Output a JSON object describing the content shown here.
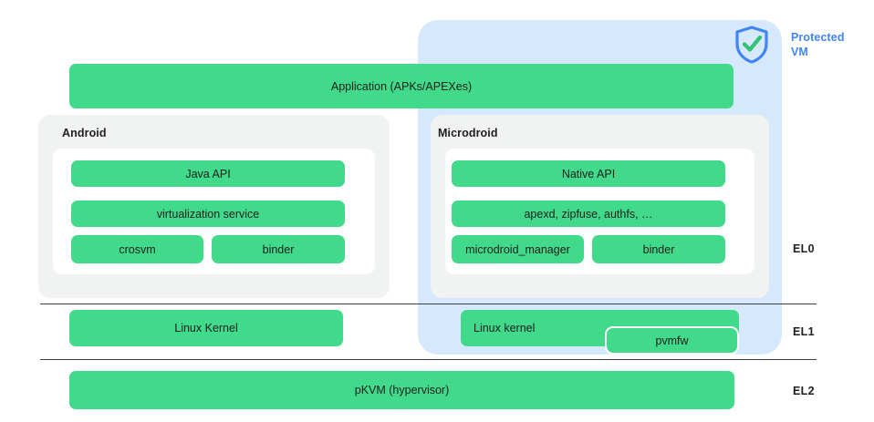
{
  "diagram": {
    "title": "Android Virtualization / Protected VM architecture",
    "colors": {
      "green_box": "#41D98A",
      "vm_panel_blue": "#D6E8FB",
      "caption_blue": "#4285F4",
      "os_panel_gray": "#F1F3F2",
      "inner_panel_white": "#FFFFFF",
      "divider_line": "#3C4043",
      "text": "#1F1F1F"
    }
  },
  "protected_vm": {
    "caption_line1": "Protected",
    "caption_line2": "VM",
    "icon": "shield-check-icon"
  },
  "application": {
    "label": "Application (APKs/APEXes)"
  },
  "android": {
    "title": "Android",
    "boxes": [
      {
        "label": "Java API"
      },
      {
        "label": "virtualization service"
      },
      {
        "label": "crosvm"
      },
      {
        "label": "binder"
      }
    ]
  },
  "microdroid": {
    "title": "Microdroid",
    "boxes": [
      {
        "label": "Native API"
      },
      {
        "label": "apexd, zipfuse, authfs, …"
      },
      {
        "label": "microdroid_manager"
      },
      {
        "label": "binder"
      }
    ]
  },
  "el1": {
    "android_kernel": "Linux Kernel",
    "microdroid_kernel": "Linux kernel",
    "pvmfw": "pvmfw"
  },
  "el2": {
    "hypervisor": "pKVM (hypervisor)"
  },
  "exception_levels": {
    "el0": "EL0",
    "el1": "EL1",
    "el2": "EL2"
  }
}
